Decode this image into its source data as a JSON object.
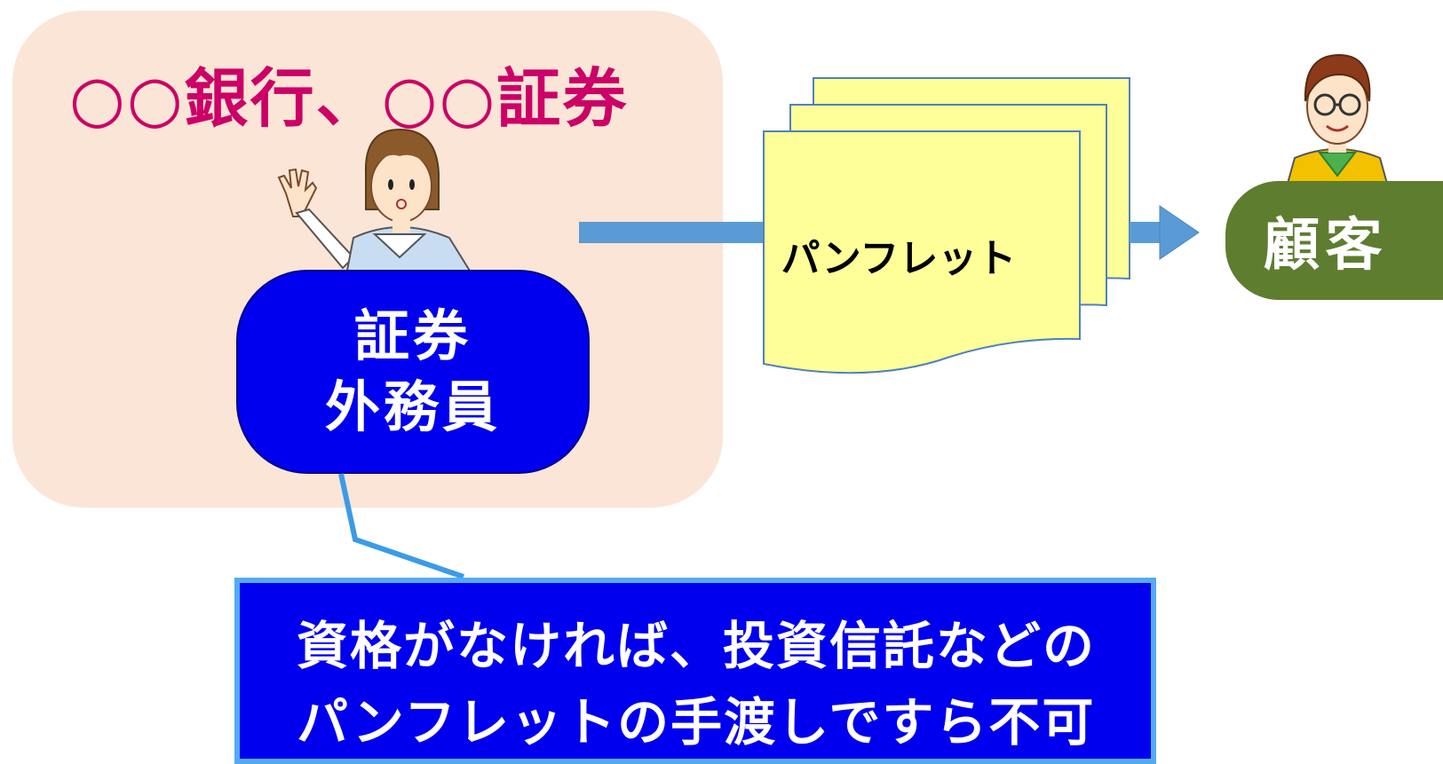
{
  "organization": {
    "title": "○○銀行、○○証券"
  },
  "staff": {
    "line1": "証券",
    "line2": "外務員"
  },
  "pamphlet": {
    "label": "パンフレット"
  },
  "customer": {
    "label": "顧客"
  },
  "note": {
    "line1": "資格がなければ、投資信託などの",
    "line2": "パンフレットの手渡しですら不可"
  },
  "colors": {
    "panel": "#fbe5d6",
    "title": "#cc0066",
    "staff_badge": "#0000ee",
    "document": "#ffff99",
    "arrow": "#5b9bd5",
    "customer_badge": "#5e7d2f",
    "note_border": "#55aaee"
  }
}
